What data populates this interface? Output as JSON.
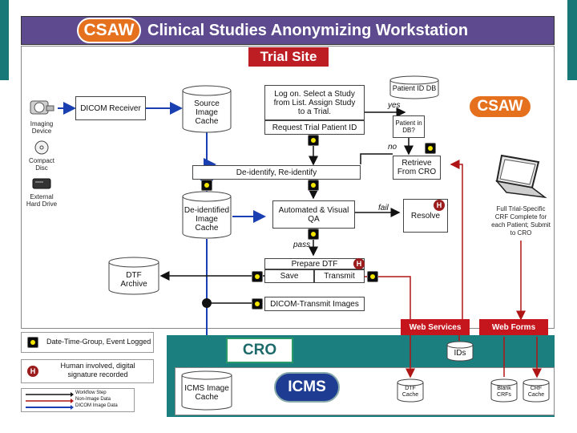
{
  "header": {
    "logo": "CSAW",
    "title": "Clinical Studies Anonymizing Workstation"
  },
  "trial_site": {
    "title": "Trial Site"
  },
  "devices": [
    {
      "label": "Imaging Device",
      "icon": "imaging-device-icon"
    },
    {
      "label": "Compact Disc",
      "icon": "compact-disc-icon"
    },
    {
      "label": "External Hard Drive",
      "icon": "hard-drive-icon"
    }
  ],
  "nodes": {
    "dicom_receiver": "DICOM Receiver",
    "source_cache": "Source Image Cache",
    "logon": "Log on. Select a Study from List. Assign Study to a Trial.",
    "request_id": "Request Trial Patient ID",
    "patient_db": "Patient ID DB",
    "patient_in_db": "Patient in DB?",
    "retrieve": "Retrieve From CRO",
    "csaw_badge": "CSAW",
    "deidentify": "De-identify, Re-identify",
    "deid_cache": "De-identified Image Cache",
    "auto_qa": "Automated & Visual QA",
    "resolve": "Resolve",
    "prepare_dtf": "Prepare DTF",
    "save": "Save",
    "transmit": "Transmit",
    "dtf_archive": "DTF Archive",
    "dicom_transmit": "DICOM-Transmit Images",
    "crf_note": "Full Trial-Specific CRF Complete for each Patient; Submit to CRO"
  },
  "edge_labels": {
    "yes": "yes",
    "no": "no",
    "fail": "fail",
    "pass": "pass"
  },
  "services": {
    "web_services": "Web Services",
    "web_forms": "Web Forms"
  },
  "cro": {
    "title": "CRO",
    "icms": "ICMS",
    "icms_cache": "ICMS Image Cache",
    "ids": "IDs",
    "dtf_cache": "DTF Cache",
    "blank_crfs": "Blank CRFs",
    "crf_cache": "CRF Cache"
  },
  "legend": {
    "event": "Date-Time-Group, Event Logged",
    "human": "Human involved, digital signature recorded",
    "workflow": "Workflow Step",
    "non_image": "Non-Image Data",
    "dicom": "DICOM Image Data"
  },
  "colors": {
    "workflow": "#111111",
    "non_image": "#b01515",
    "dicom": "#1a3fb0",
    "header_bg": "#5e4a8e",
    "trial_title_bg": "#bc1e23",
    "csaw_orange": "#e5701e",
    "cro_bg": "#1c7f7f",
    "services_bg": "#c4161c",
    "icms_blue": "#1f3c93"
  }
}
